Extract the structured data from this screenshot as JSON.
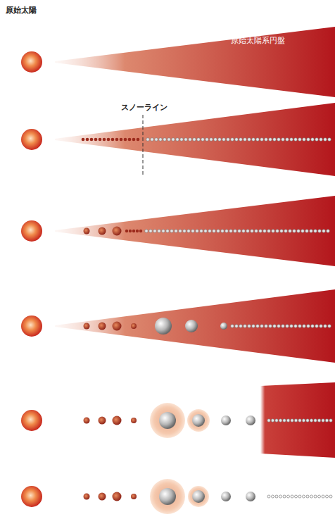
{
  "diagram": {
    "labels": [
      "原始太陽",
      "原始太陽系円盤",
      "スノーライン"
    ]
  }
}
